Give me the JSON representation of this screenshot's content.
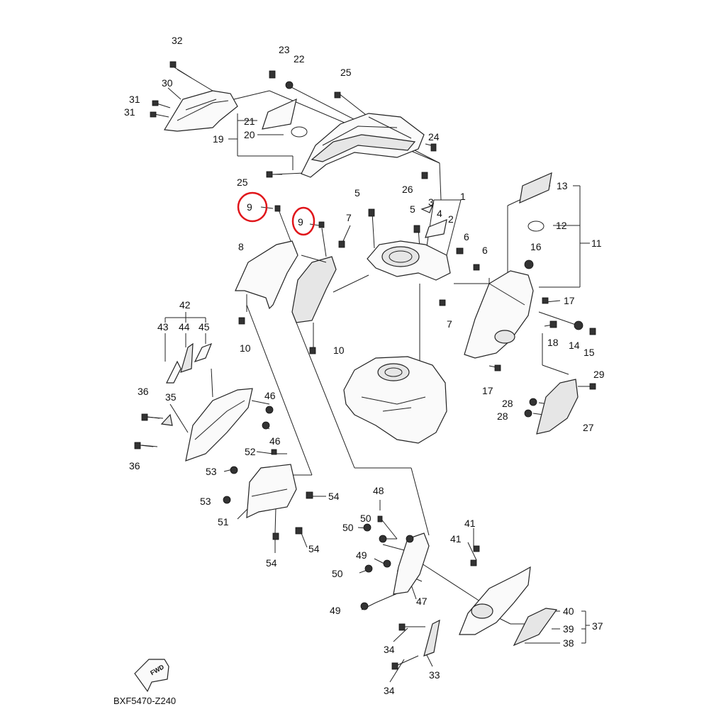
{
  "diagram": {
    "code": "BXF5470-Z240",
    "fwd_label": "FWD",
    "highlight_color": "#e0161b",
    "parts": [
      {
        "id": "p32",
        "text": "32"
      },
      {
        "id": "p30",
        "text": "30"
      },
      {
        "id": "p31a",
        "text": "31"
      },
      {
        "id": "p31b",
        "text": "31"
      },
      {
        "id": "p23",
        "text": "23"
      },
      {
        "id": "p22",
        "text": "22"
      },
      {
        "id": "p25a",
        "text": "25"
      },
      {
        "id": "p21",
        "text": "21"
      },
      {
        "id": "p20",
        "text": "20"
      },
      {
        "id": "p19",
        "text": "19"
      },
      {
        "id": "p24",
        "text": "24"
      },
      {
        "id": "p25b",
        "text": "25"
      },
      {
        "id": "p26",
        "text": "26"
      },
      {
        "id": "p9a",
        "text": "9"
      },
      {
        "id": "p9b",
        "text": "9"
      },
      {
        "id": "p5a",
        "text": "5"
      },
      {
        "id": "p5b",
        "text": "5"
      },
      {
        "id": "p3",
        "text": "3"
      },
      {
        "id": "p1",
        "text": "1"
      },
      {
        "id": "p4",
        "text": "4"
      },
      {
        "id": "p2",
        "text": "2"
      },
      {
        "id": "p7a",
        "text": "7"
      },
      {
        "id": "p6a",
        "text": "6"
      },
      {
        "id": "p6b",
        "text": "6"
      },
      {
        "id": "p13",
        "text": "13"
      },
      {
        "id": "p12",
        "text": "12"
      },
      {
        "id": "p11",
        "text": "11"
      },
      {
        "id": "p16",
        "text": "16"
      },
      {
        "id": "p17a",
        "text": "17"
      },
      {
        "id": "p8",
        "text": "8"
      },
      {
        "id": "p7b",
        "text": "7"
      },
      {
        "id": "p14",
        "text": "14"
      },
      {
        "id": "p15",
        "text": "15"
      },
      {
        "id": "p18",
        "text": "18"
      },
      {
        "id": "p10a",
        "text": "10"
      },
      {
        "id": "p10b",
        "text": "10"
      },
      {
        "id": "p42",
        "text": "42"
      },
      {
        "id": "p43",
        "text": "43"
      },
      {
        "id": "p44",
        "text": "44"
      },
      {
        "id": "p45",
        "text": "45"
      },
      {
        "id": "p17b",
        "text": "17"
      },
      {
        "id": "p29",
        "text": "29"
      },
      {
        "id": "p36a",
        "text": "36"
      },
      {
        "id": "p35",
        "text": "35"
      },
      {
        "id": "p46a",
        "text": "46"
      },
      {
        "id": "p46b",
        "text": "46"
      },
      {
        "id": "p28a",
        "text": "28"
      },
      {
        "id": "p28b",
        "text": "28"
      },
      {
        "id": "p27",
        "text": "27"
      },
      {
        "id": "p36b",
        "text": "36"
      },
      {
        "id": "p52",
        "text": "52"
      },
      {
        "id": "p53a",
        "text": "53"
      },
      {
        "id": "p54a",
        "text": "54"
      },
      {
        "id": "p53b",
        "text": "53"
      },
      {
        "id": "p51",
        "text": "51"
      },
      {
        "id": "p54b",
        "text": "54"
      },
      {
        "id": "p54c",
        "text": "54"
      },
      {
        "id": "p48",
        "text": "48"
      },
      {
        "id": "p50a",
        "text": "50"
      },
      {
        "id": "p50b",
        "text": "50"
      },
      {
        "id": "p49a",
        "text": "49"
      },
      {
        "id": "p41a",
        "text": "41"
      },
      {
        "id": "p41b",
        "text": "41"
      },
      {
        "id": "p50c",
        "text": "50"
      },
      {
        "id": "p47",
        "text": "47"
      },
      {
        "id": "p49b",
        "text": "49"
      },
      {
        "id": "p40",
        "text": "40"
      },
      {
        "id": "p39",
        "text": "39"
      },
      {
        "id": "p37",
        "text": "37"
      },
      {
        "id": "p38",
        "text": "38"
      },
      {
        "id": "p34a",
        "text": "34"
      },
      {
        "id": "p33",
        "text": "33"
      },
      {
        "id": "p34b",
        "text": "34"
      }
    ]
  }
}
